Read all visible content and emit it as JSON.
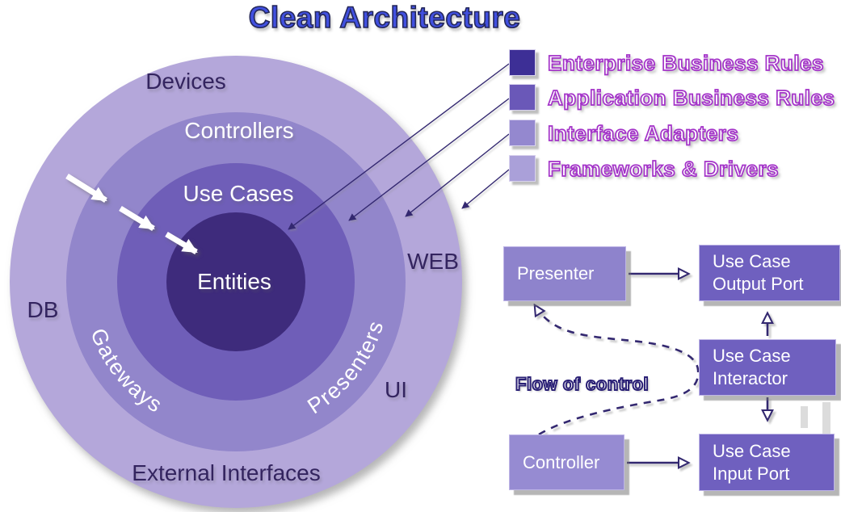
{
  "title": "Clean Architecture",
  "colors": {
    "title_blue": "#4150e0",
    "legend_magenta": "#a332c8",
    "arrow_indigo": "#332870",
    "background": "#ffffff"
  },
  "rings": [
    {
      "label": "Devices",
      "color": "#b4a7da"
    },
    {
      "label": "Controllers",
      "color": "#9286cb"
    },
    {
      "label": "Use Cases",
      "color": "#6f5eb8"
    },
    {
      "label": "Entities",
      "color": "#3e2b7c"
    }
  ],
  "ring_annotations": {
    "db": "DB",
    "web": "WEB",
    "ui": "UI",
    "external_interfaces": "External Interfaces",
    "gateways": "Gateways",
    "presenters": "Presenters"
  },
  "legend": {
    "items": [
      {
        "label": "Enterprise Business Rules",
        "color": "#3d2f96"
      },
      {
        "label": "Application Business Rules",
        "color": "#6a58b8"
      },
      {
        "label": "Interface Adapters",
        "color": "#9488cf"
      },
      {
        "label": "Frameworks & Drivers",
        "color": "#aaa0d9"
      }
    ]
  },
  "flow_diagram": {
    "boxes": [
      {
        "label": "Presenter",
        "color": "#8e83cc"
      },
      {
        "label": "Use Case Output Port",
        "color": "#6f60bf"
      },
      {
        "label": "Use Case Interactor",
        "color": "#6f60bf"
      },
      {
        "label": "Controller",
        "color": "#968bd2"
      },
      {
        "label": "Use Case Input Port",
        "color": "#6f60bf"
      }
    ],
    "flow_label": "Flow of control"
  }
}
